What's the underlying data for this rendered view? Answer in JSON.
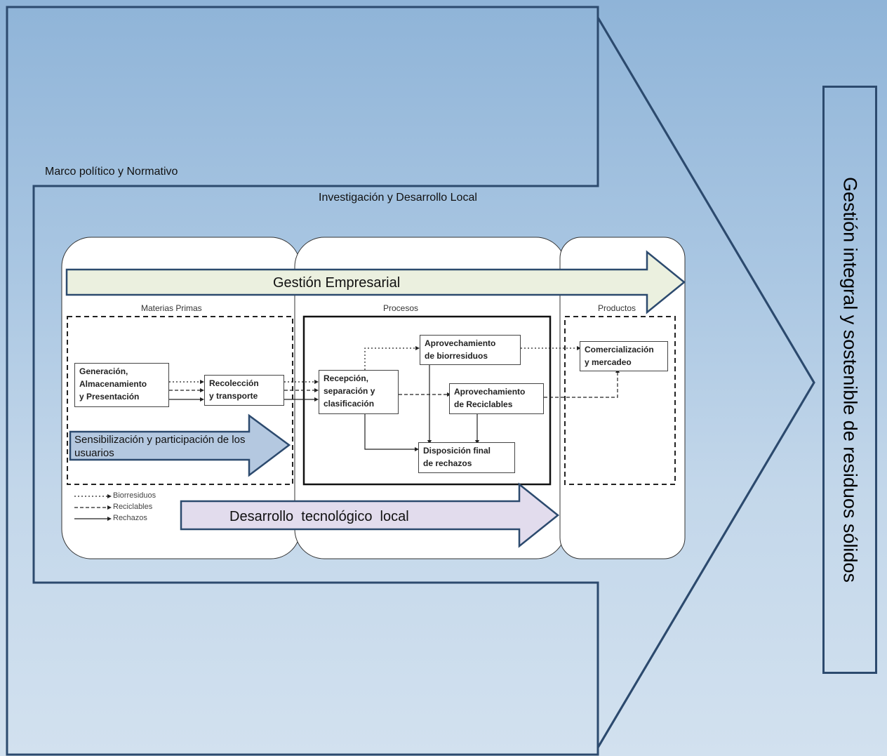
{
  "outer": {
    "marco_label": "Marco político y Normativo",
    "investigacion_label": "Investigación y Desarrollo Local",
    "gestion_integral_label": "Gestión integral y sostenible de residuos sólidos"
  },
  "arrows": {
    "gestion_empresarial": "Gestión Empresarial",
    "sensibilizacion": "Sensibilización y participación de los usuarios",
    "desarrollo_tecnologico": "Desarrollo  tecnológico  local"
  },
  "sections": {
    "materias_primas": "Materias Primas",
    "procesos": "Procesos",
    "productos": "Productos"
  },
  "boxes": {
    "generacion": [
      "Generación,",
      "Almacenamiento",
      "y Presentación"
    ],
    "recoleccion": [
      "Recolección",
      "y transporte"
    ],
    "recepcion": [
      "Recepción,",
      "separación y",
      "clasificación"
    ],
    "aprov_bio": [
      "Aprovechamiento",
      "de biorresiduos"
    ],
    "aprov_rec": [
      "Aprovechamiento",
      "de Reciclables"
    ],
    "disposicion": [
      "Disposición final",
      "de rechazos"
    ],
    "comercializacion": [
      "Comercialización",
      "y mercadeo"
    ]
  },
  "legend": {
    "biorresiduos": "Biorresiduos",
    "reciclables": "Reciclables",
    "rechazos": "Rechazos"
  },
  "colors": {
    "outline": "#2c4a6e",
    "gestion_fill": "#ebf0df",
    "sensibilizacion_fill": "#b4c8e0",
    "desarrollo_fill": "#e2dced"
  }
}
